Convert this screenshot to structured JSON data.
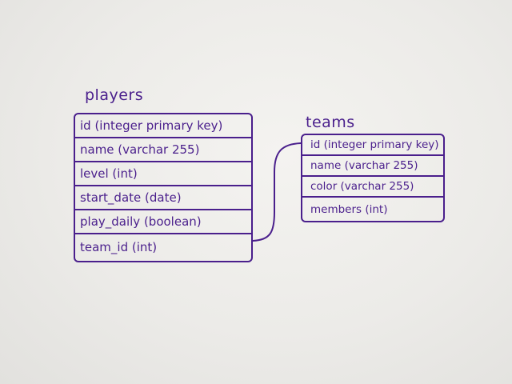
{
  "diagram": {
    "tables": [
      {
        "name": "players",
        "columns": [
          "id (integer primary key)",
          "name (varchar 255)",
          "level (int)",
          "start_date (date)",
          "play_daily (boolean)",
          "team_id (int)"
        ]
      },
      {
        "name": "teams",
        "columns": [
          "id (integer primary key)",
          "name (varchar 255)",
          "color (varchar 255)",
          "members (int)"
        ]
      }
    ],
    "relationship": {
      "from": "players.team_id",
      "to": "teams.id"
    },
    "ink_color": "#4a1f8c",
    "background_color": "#ecebe8"
  }
}
